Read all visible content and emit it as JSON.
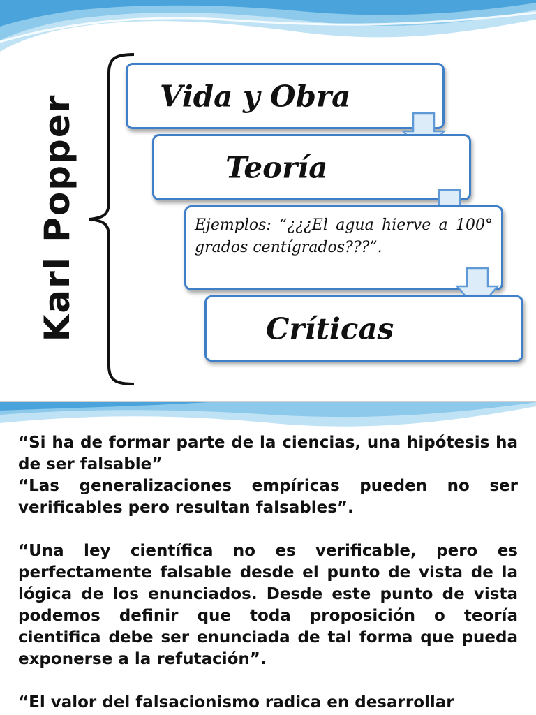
{
  "slide1": {
    "vertical_title": "Karl Popper",
    "boxes": {
      "vida_y_obra": "Vida y Obra",
      "teoria": "Teoría",
      "ejemplos": "Ejemplos: “¿¿¿El agua hierve a 100° grados centígrados???”.",
      "criticas": "Críticas"
    }
  },
  "slide2": {
    "quotes": [
      "“Si ha de formar parte de la ciencias, una hipótesis ha de ser  falsable”",
      "“Las generalizaciones empíricas pueden no ser verificables pero resultan falsables”.",
      "“Una ley científica no es verificable, pero es perfectamente falsable desde el punto de vista de la lógica de los enunciados. Desde este punto de vista podemos definir que toda proposición o teoría cientifica debe ser enunciada de tal forma que pueda exponerse a la refutación”.",
      "“El valor del falsacionismo radica en desarrollar"
    ]
  },
  "colors": {
    "box_border": "#3e7fc8",
    "arrow_fill": "#dcecf8",
    "arrow_stroke": "#5f9ad6",
    "wave_light": "#bfe3f5",
    "wave_mid": "#8cc9ea",
    "wave_dark": "#4aa3da"
  }
}
